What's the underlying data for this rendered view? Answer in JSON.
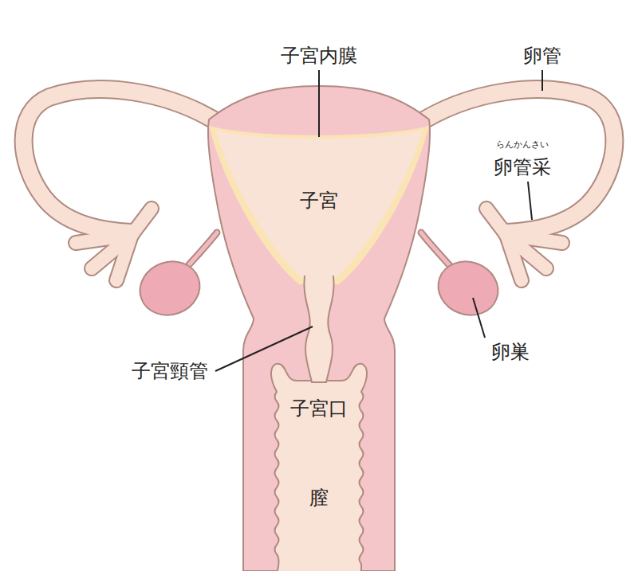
{
  "diagram": {
    "labels": [
      "子宮内膜",
      "卵管",
      "らんかんさい",
      "卵管采",
      "子宮",
      "子宮頸管",
      "子宮口",
      "卵巣",
      "膣"
    ]
  }
}
